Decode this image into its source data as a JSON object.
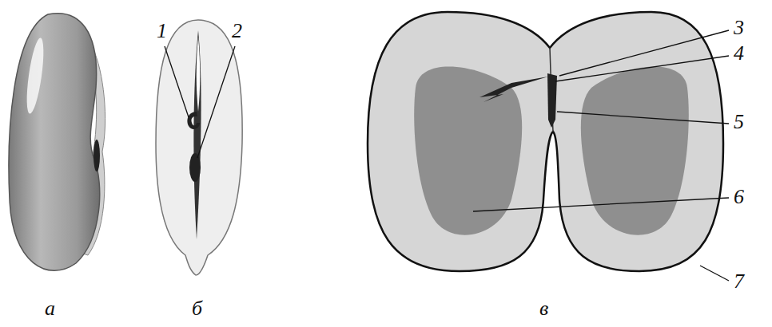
{
  "diagram": {
    "labels": [
      "1",
      "2",
      "3",
      "4",
      "5",
      "6",
      "7",
      "а",
      "б",
      "в"
    ]
  }
}
